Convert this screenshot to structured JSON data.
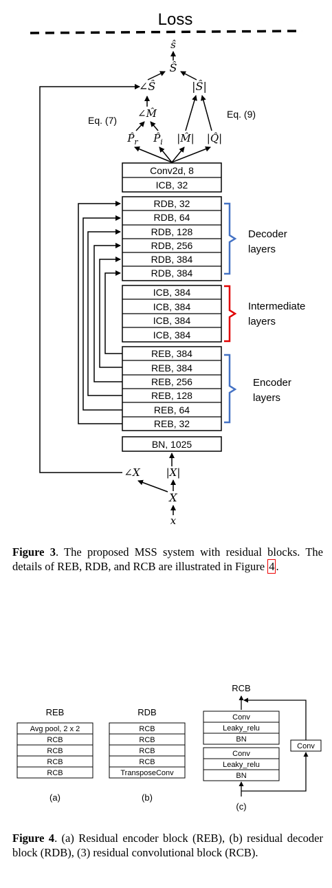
{
  "figure3": {
    "loss_label": "Loss",
    "math": {
      "s_hat_lower": "ŝ",
      "S_hat": "Ŝ",
      "angle_S_hat": "∠Ŝ",
      "abs_S_hat": "|Ŝ|",
      "angle_M_hat": "∠M̂",
      "P_r_hat": "P̂",
      "P_r_sub": "r",
      "P_i_hat": "P̂",
      "P_i_sub": "i",
      "abs_M_hat": "|M̂|",
      "abs_Q_hat": "|Q̂|",
      "angle_X": "∠X",
      "abs_X": "|X|",
      "X": "X",
      "x": "x"
    },
    "eq7": "Eq. (7)",
    "eq9": "Eq. (9)",
    "output_layers": [
      "Conv2d, 8",
      "ICB, 32"
    ],
    "decoder_layers": [
      "RDB, 32",
      "RDB, 64",
      "RDB, 128",
      "RDB, 256",
      "RDB, 384",
      "RDB, 384"
    ],
    "intermediate_layers": [
      "ICB, 384",
      "ICB, 384",
      "ICB, 384",
      "ICB, 384"
    ],
    "encoder_layers": [
      "REB, 384",
      "REB, 384",
      "REB, 256",
      "REB, 128",
      "REB, 64",
      "REB, 32"
    ],
    "bn_layer": "BN, 1025",
    "decoder_label": [
      "Decoder",
      "layers"
    ],
    "intermediate_label": [
      "Intermediate",
      "layers"
    ],
    "encoder_label": [
      "Encoder",
      "layers"
    ],
    "colors": {
      "decoder_brace": "#4472c4",
      "intermediate_brace": "#e00000",
      "encoder_brace": "#4472c4"
    }
  },
  "caption3": {
    "label": "Figure 3",
    "text_before_ref": ". The proposed MSS system with residual blocks. The details of REB, RDB, and RCB are illustrated in Figure ",
    "ref": "4",
    "text_after_ref": "."
  },
  "figure4": {
    "reb": {
      "title": "REB",
      "rows": [
        "Avg pool, 2 x 2",
        "RCB",
        "RCB",
        "RCB",
        "RCB"
      ],
      "sub": "(a)"
    },
    "rdb": {
      "title": "RDB",
      "rows": [
        "RCB",
        "RCB",
        "RCB",
        "RCB",
        "TransposeConv"
      ],
      "sub": "(b)"
    },
    "rcb": {
      "title": "RCB",
      "group1": [
        "Conv",
        "Leaky_relu",
        "BN"
      ],
      "group2": [
        "Conv",
        "Leaky_relu",
        "BN"
      ],
      "side": "Conv",
      "sub": "(c)"
    }
  },
  "caption4": {
    "label": "Figure 4",
    "text": ". (a) Residual encoder block (REB), (b) residual decoder block (RDB), (3) residual convolutional block (RCB)."
  }
}
